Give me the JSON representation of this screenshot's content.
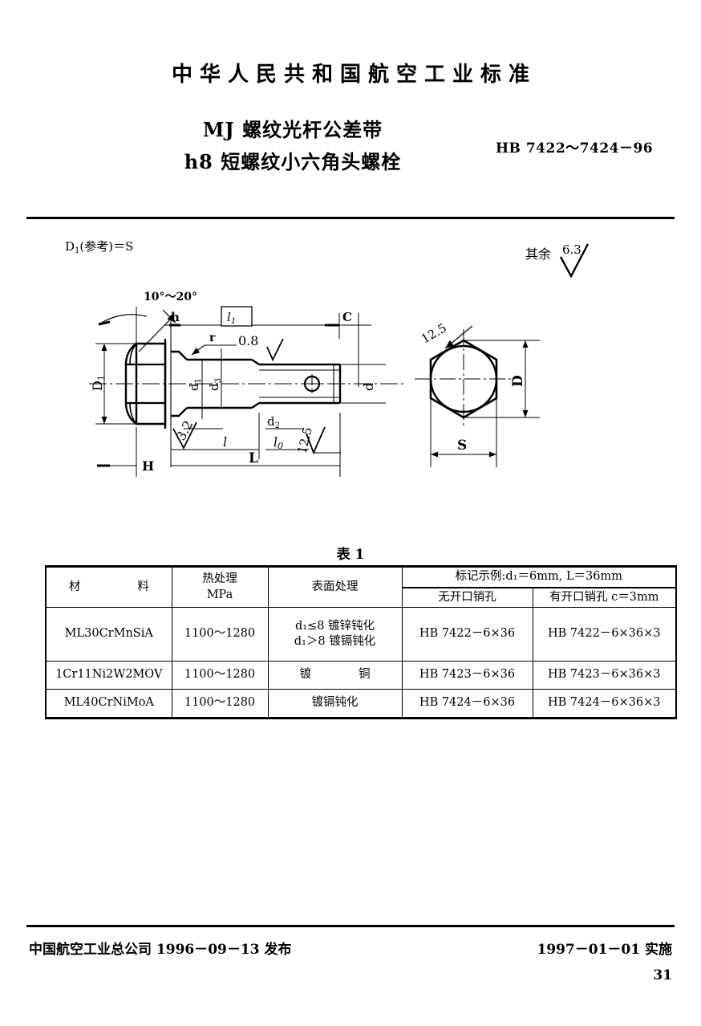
{
  "header": {
    "organization_line": "中华人民共和国航空工业标准",
    "title_line_1": "MJ 螺纹光杆公差带",
    "title_line_2": "h8 短螺纹小六角头螺栓",
    "standard_number": "HB 7422～7424－96"
  },
  "drawing": {
    "note_d1_reference": "D₁(参考)＝S",
    "surface_finish_note": {
      "label": "其余",
      "value": "6.3"
    },
    "labels": {
      "head_angle": "10°～20°",
      "h": "h",
      "l1": "l₁",
      "c": "C",
      "r": "r",
      "finish_08": "0.8",
      "finish_32": "3.2",
      "finish_125": "12.5",
      "D1": "D₁",
      "d1": "d₁",
      "d3": "d₃",
      "d2": "d₂",
      "d": "d",
      "l": "l",
      "l0": "l₀",
      "H": "H",
      "L": "L",
      "S": "S",
      "D": "D",
      "hex_finish_125": "12.5"
    }
  },
  "table": {
    "caption": "表 1",
    "headers": {
      "material": "材　　料",
      "heat_treatment_line1": "热处理",
      "heat_treatment_line2": "MPa",
      "surface_treatment": "表面处理",
      "marking_example": "标记示例:d₁＝6mm, L＝36mm",
      "without_pin_hole": "无开口销孔",
      "with_pin_hole": "有开口销孔 c＝3mm"
    },
    "rows": [
      {
        "material": "ML30CrMnSiA",
        "heat_treatment": "1100～1280",
        "surface_treatment_line1": "d₁≤8 镀锌钝化",
        "surface_treatment_line2": "d₁＞8 镀镉钝化",
        "without_pin_hole": "HB 7422－6×36",
        "with_pin_hole": "HB 7422－6×36×3"
      },
      {
        "material": "1Cr11Ni2W2MOV",
        "heat_treatment": "1100～1280",
        "surface_treatment_line1": "镀　　铜",
        "surface_treatment_line2": "",
        "without_pin_hole": "HB 7423－6×36",
        "with_pin_hole": "HB 7423－6×36×3"
      },
      {
        "material": "ML40CrNiMoA",
        "heat_treatment": "1100～1280",
        "surface_treatment_line1": "镀镉钝化",
        "surface_treatment_line2": "",
        "without_pin_hole": "HB 7424－6×36",
        "with_pin_hole": "HB 7424－6×36×3"
      }
    ]
  },
  "footer": {
    "issuer": "中国航空工业总公司 1996－09－13 发布",
    "effective": "1997－01－01 实施",
    "page_number": "31"
  }
}
